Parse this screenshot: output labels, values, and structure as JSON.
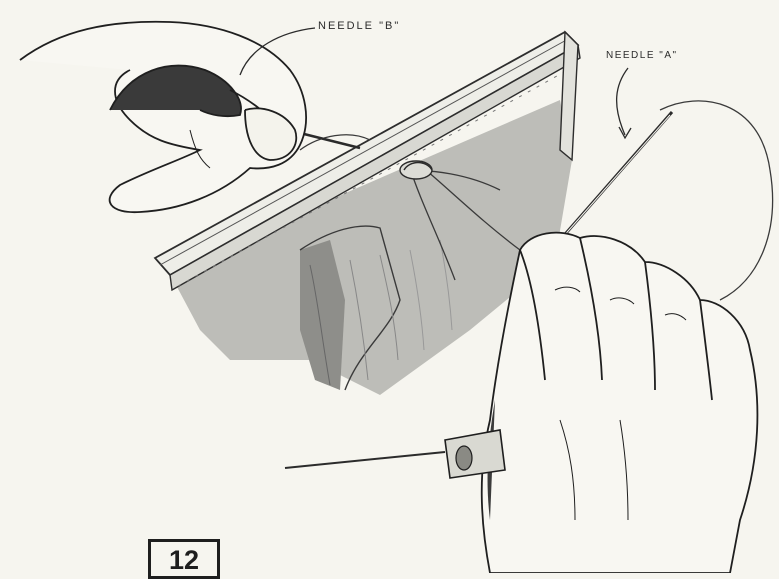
{
  "labels": {
    "needle_b": "NEEDLE \"B\"",
    "needle_a": "NEEDLE \"A\""
  },
  "figure_number": "12",
  "colors": {
    "background": "#f6f5ef",
    "ink": "#2b2b2b",
    "shade": "#b9b9b4"
  }
}
